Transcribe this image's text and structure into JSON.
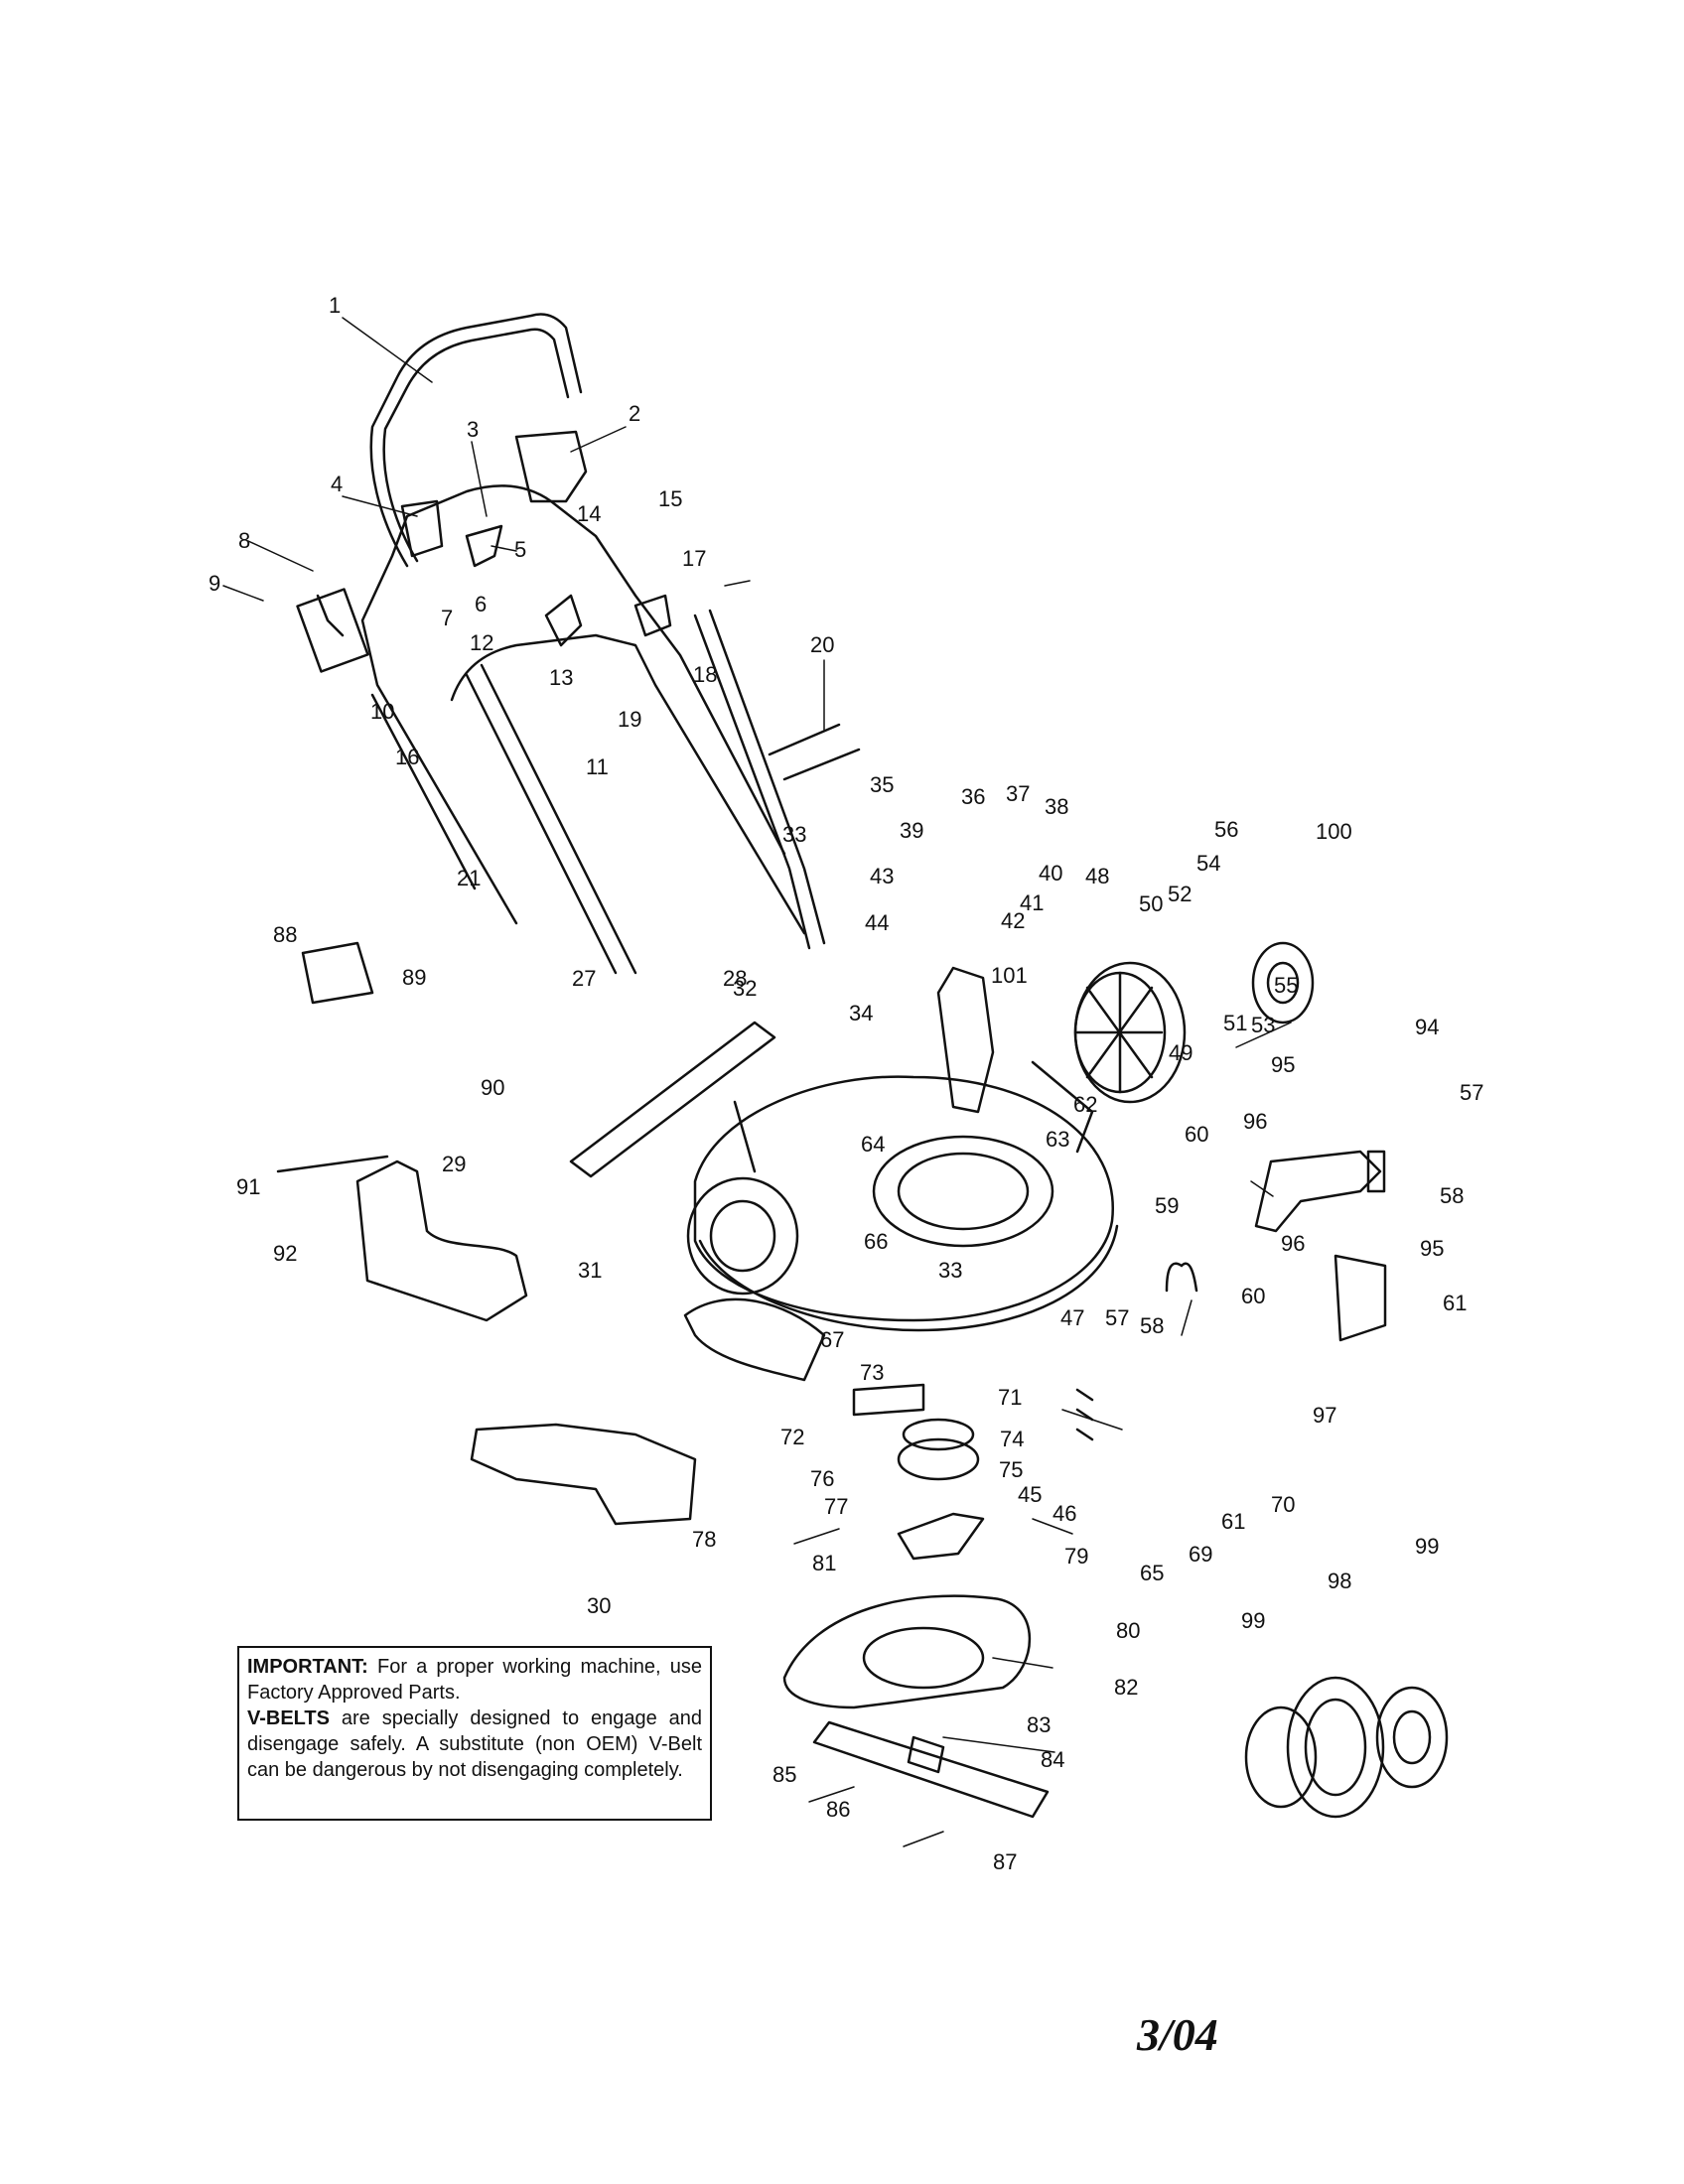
{
  "notice": {
    "important_label": "IMPORTANT:",
    "important_text": "For a proper working machine, use Factory Approved Parts.",
    "vbelts_label": "V-BELTS",
    "vbelts_text": "are specially designed to engage and disengage safely. A substitute (non OEM) V-Belt can be dangerous by not disengaging completely."
  },
  "date_code": "3/04",
  "callouts": [
    "1",
    "2",
    "3",
    "4",
    "5",
    "6",
    "7",
    "8",
    "9",
    "10",
    "11",
    "12",
    "13",
    "14",
    "15",
    "16",
    "17",
    "18",
    "19",
    "20",
    "21",
    "27",
    "28",
    "29",
    "30",
    "31",
    "32",
    "33",
    "33",
    "34",
    "35",
    "36",
    "37",
    "38",
    "39",
    "40",
    "41",
    "42",
    "43",
    "44",
    "45",
    "46",
    "47",
    "48",
    "49",
    "50",
    "51",
    "52",
    "53",
    "54",
    "55",
    "56",
    "57",
    "57",
    "58",
    "58",
    "59",
    "60",
    "60",
    "61",
    "61",
    "62",
    "63",
    "64",
    "65",
    "66",
    "67",
    "69",
    "70",
    "71",
    "72",
    "73",
    "74",
    "75",
    "76",
    "77",
    "78",
    "79",
    "80",
    "81",
    "82",
    "83",
    "84",
    "85",
    "86",
    "87",
    "88",
    "89",
    "90",
    "91",
    "92",
    "94",
    "95",
    "95",
    "96",
    "96",
    "97",
    "98",
    "99",
    "99",
    "100",
    "101"
  ],
  "colors": {
    "ink": "#111111",
    "paper": "#ffffff"
  }
}
